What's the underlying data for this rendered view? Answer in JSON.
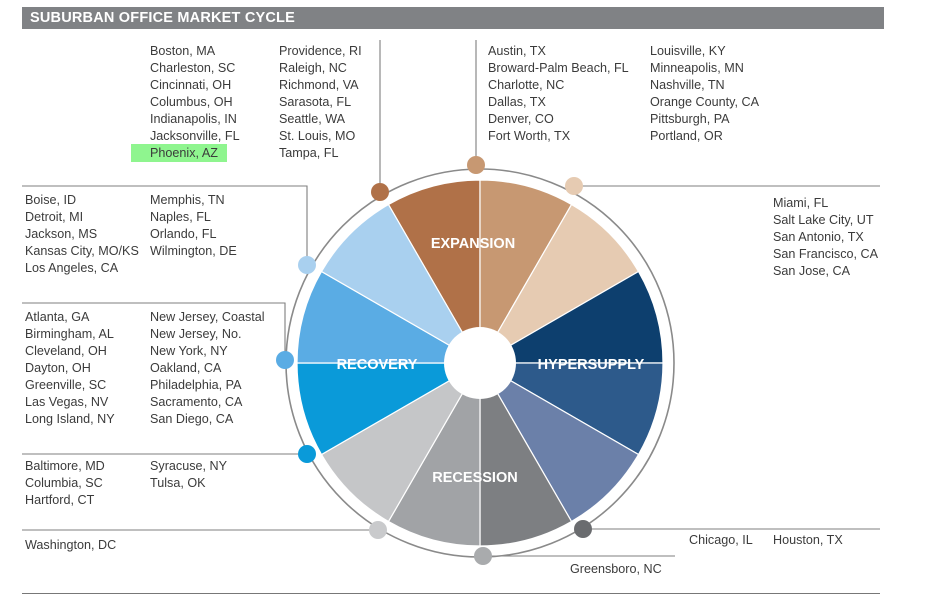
{
  "title": "SUBURBAN OFFICE MARKET CYCLE",
  "phases": {
    "expansion": "EXPANSION",
    "hypersupply": "HYPERSUPPLY",
    "recession": "RECESSION",
    "recovery": "RECOVERY"
  },
  "groups": {
    "top_left_a": [
      "Boston, MA",
      "Charleston, SC",
      "Cincinnati, OH",
      "Columbus, OH",
      "Indianapolis, IN",
      "Jacksonville, FL",
      "Phoenix, AZ"
    ],
    "top_left_b": [
      "Providence, RI",
      "Raleigh, NC",
      "Richmond, VA",
      "Sarasota, FL",
      "Seattle, WA",
      "St. Louis, MO",
      "Tampa, FL"
    ],
    "top_right_a": [
      "Austin, TX",
      "Broward-Palm Beach, FL",
      "Charlotte, NC",
      "Dallas, TX",
      "Denver, CO",
      "Fort Worth, TX"
    ],
    "top_right_b": [
      "Louisville, KY",
      "Minneapolis, MN",
      "Nashville, TN",
      "Orange County, CA",
      "Pittsburgh, PA",
      "Portland, OR"
    ],
    "right_mid": [
      "Miami, FL",
      "Salt Lake City, UT",
      "San Antonio, TX",
      "San Francisco, CA",
      "San Jose, CA"
    ],
    "left_1a": [
      "Boise, ID",
      "Detroit, MI",
      "Jackson, MS",
      "Kansas City, MO/KS",
      "Los Angeles, CA"
    ],
    "left_1b": [
      "Memphis, TN",
      "Naples, FL",
      "Orlando, FL",
      "Wilmington, DE"
    ],
    "left_2a": [
      "Atlanta, GA",
      "Birmingham, AL",
      "Cleveland, OH",
      "Dayton, OH",
      "Greenville, SC",
      "Las Vegas, NV",
      "Long Island, NY"
    ],
    "left_2b": [
      "New Jersey, Coastal",
      "New Jersey, No.",
      "New York, NY",
      "Oakland, CA",
      "Philadelphia, PA",
      "Sacramento, CA",
      "San Diego, CA"
    ],
    "left_3a": [
      "Baltimore, MD",
      "Columbia, SC",
      "Hartford, CT"
    ],
    "left_3b": [
      "Syracuse, NY",
      "Tulsa, OK"
    ],
    "left_4": [
      "Washington, DC"
    ],
    "bottom_center": [
      "Greensboro, NC"
    ],
    "bottom_right_a": [
      "Chicago, IL"
    ],
    "bottom_right_b": [
      "Houston, TX"
    ]
  },
  "highlighted_city": "Phoenix, AZ",
  "colors": {
    "title_bar": "#808285",
    "highlight": "#8ff58f",
    "segments": [
      "#b07148",
      "#c79872",
      "#e6cbb2",
      "#0d3f6e",
      "#2d5a8b",
      "#6b80a9",
      "#7d7f82",
      "#a1a3a6",
      "#c5c6c8",
      "#0a9ad9",
      "#5aace4",
      "#a9d0ef"
    ],
    "dots": [
      "#b07148",
      "#c79872",
      "#e6cbb2",
      "#6a6c6f",
      "#a9abad",
      "#c9cacc",
      "#0a9ad9",
      "#5aace4",
      "#a9d0ef"
    ]
  }
}
